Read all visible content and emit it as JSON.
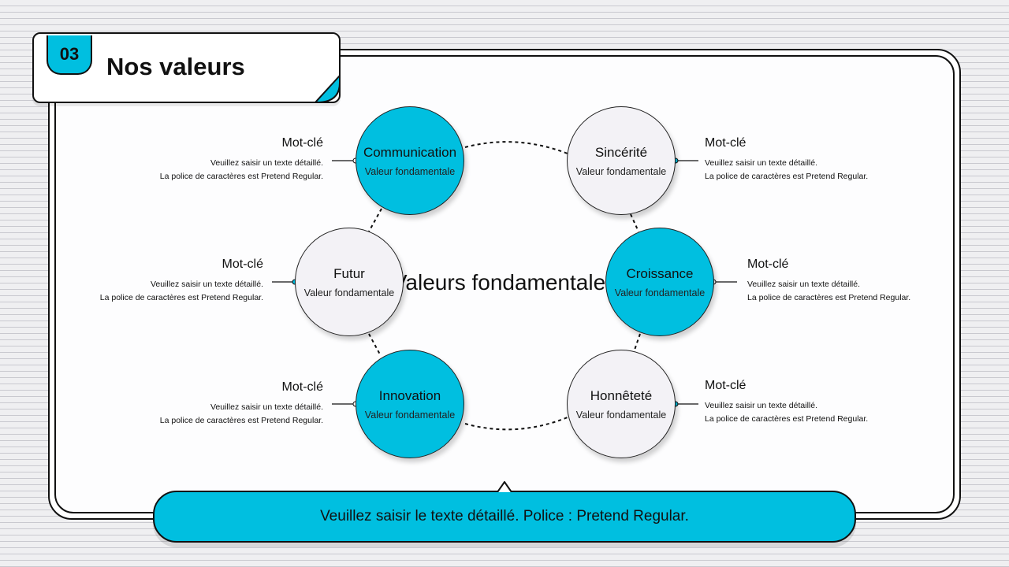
{
  "header": {
    "number": "03",
    "title": "Nos valeurs"
  },
  "diagram": {
    "center_title": "Valeurs fondamentales",
    "nodes": [
      {
        "label": "Communication",
        "sub": "Valeur fondamentale",
        "style": "blue"
      },
      {
        "label": "Sincérité",
        "sub": "Valeur fondamentale",
        "style": "grey"
      },
      {
        "label": "Futur",
        "sub": "Valeur fondamentale",
        "style": "grey"
      },
      {
        "label": "Croissance",
        "sub": "Valeur fondamentale",
        "style": "blue"
      },
      {
        "label": "Innovation",
        "sub": "Valeur fondamentale",
        "style": "blue"
      },
      {
        "label": "Honnêteté",
        "sub": "Valeur fondamentale",
        "style": "grey"
      }
    ],
    "descriptions": [
      {
        "keyword": "Mot-clé",
        "line1": "Veuillez saisir un texte détaillé.",
        "line2": "La police de caractères est Pretend Regular."
      },
      {
        "keyword": "Mot-clé",
        "line1": "Veuillez saisir un texte détaillé.",
        "line2": "La police de caractères est Pretend Regular."
      },
      {
        "keyword": "Mot-clé",
        "line1": "Veuillez saisir un texte détaillé.",
        "line2": "La police de caractères est Pretend Regular."
      },
      {
        "keyword": "Mot-clé",
        "line1": "Veuillez saisir un texte détaillé.",
        "line2": "La police de caractères est Pretend Regular."
      },
      {
        "keyword": "Mot-clé",
        "line1": "Veuillez saisir un texte détaillé.",
        "line2": "La police de caractères est Pretend Regular."
      },
      {
        "keyword": "Mot-clé",
        "line1": "Veuillez saisir un texte détaillé.",
        "line2": "La police de caractères est Pretend Regular."
      }
    ]
  },
  "banner": {
    "text": "Veuillez saisir le texte détaillé. Police : Pretend Regular."
  },
  "colors": {
    "accent": "#00bfe0",
    "neutral": "#f3f2f6",
    "outline": "#111111"
  }
}
